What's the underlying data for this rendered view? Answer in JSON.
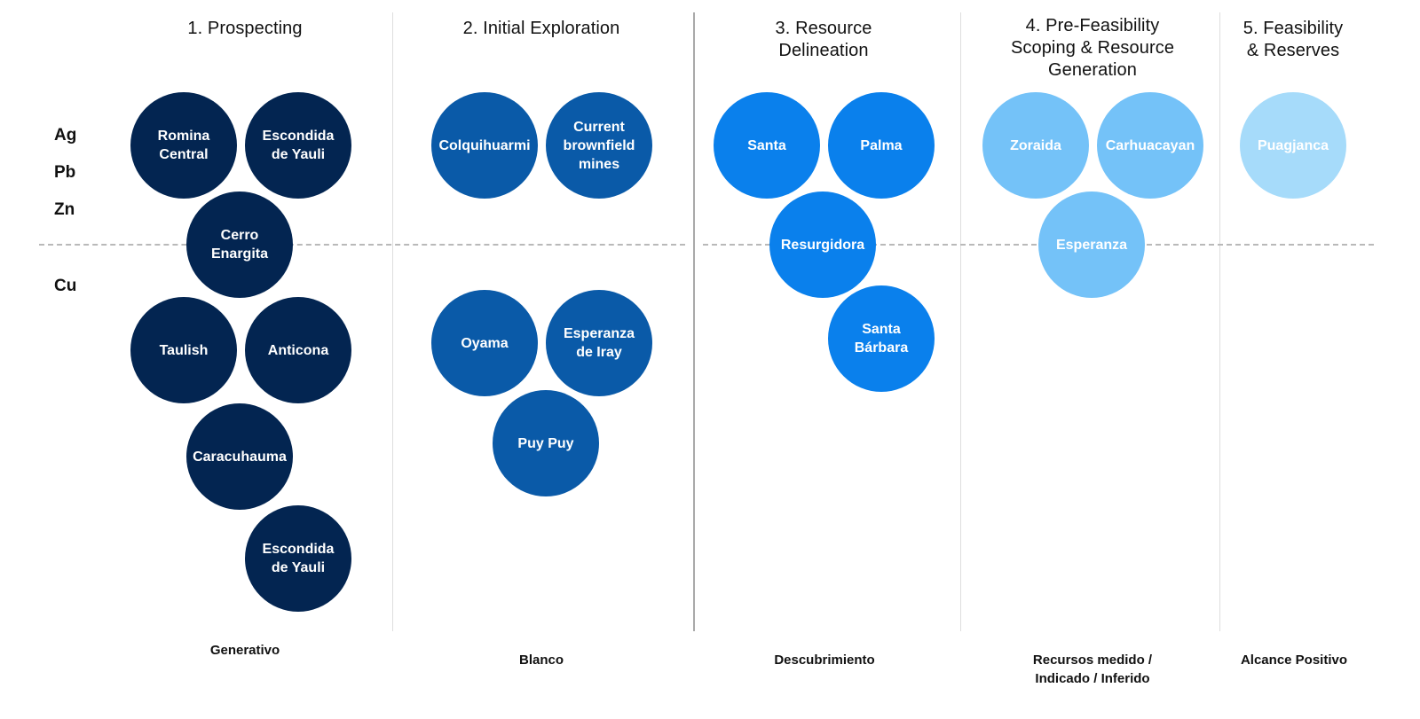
{
  "stages": [
    {
      "title": "1. Prospecting",
      "footer": "Generativo",
      "color": "#032551"
    },
    {
      "title": "2. Initial Exploration",
      "footer": "Blanco",
      "color": "#0a5aa8"
    },
    {
      "title": "3. Resource\nDelineation",
      "footer": "Descubrimiento",
      "color": "#0a80ec"
    },
    {
      "title": "4. Pre-Feasibility\nScoping & Resource\nGeneration",
      "footer": "Recursos medido /\nIndicado / Inferido",
      "color": "#74c2f8"
    },
    {
      "title": "5. Feasibility\n& Reserves",
      "footer": "Alcance  Positivo",
      "color": "#a6dbfa"
    }
  ],
  "metals": {
    "upper": [
      "Ag",
      "Pb",
      "Zn"
    ],
    "lower": [
      "Cu"
    ]
  },
  "projects": [
    {
      "name": "Romina\nCentral",
      "stage": 1,
      "group": "Ag-Pb-Zn"
    },
    {
      "name": "Escondida\nde Yauli",
      "stage": 1,
      "group": "Ag-Pb-Zn"
    },
    {
      "name": "Cerro\nEnargita",
      "stage": 1,
      "group": "boundary"
    },
    {
      "name": "Taulish",
      "stage": 1,
      "group": "Cu"
    },
    {
      "name": "Anticona",
      "stage": 1,
      "group": "Cu"
    },
    {
      "name": "Caracuhauma",
      "stage": 1,
      "group": "Cu"
    },
    {
      "name": "Escondida\nde Yauli",
      "stage": 1,
      "group": "Cu"
    },
    {
      "name": "Colquihuarmi",
      "stage": 2,
      "group": "Ag-Pb-Zn"
    },
    {
      "name": "Current\nbrownfield\nmines",
      "stage": 2,
      "group": "Ag-Pb-Zn"
    },
    {
      "name": "Oyama",
      "stage": 2,
      "group": "Cu"
    },
    {
      "name": "Esperanza\nde Iray",
      "stage": 2,
      "group": "Cu"
    },
    {
      "name": "Puy Puy",
      "stage": 2,
      "group": "Cu"
    },
    {
      "name": "Santa",
      "stage": 3,
      "group": "Ag-Pb-Zn"
    },
    {
      "name": "Palma",
      "stage": 3,
      "group": "Ag-Pb-Zn"
    },
    {
      "name": "Resurgidora",
      "stage": 3,
      "group": "boundary"
    },
    {
      "name": "Santa\nBárbara",
      "stage": 3,
      "group": "Cu"
    },
    {
      "name": "Zoraida",
      "stage": 4,
      "group": "Ag-Pb-Zn"
    },
    {
      "name": "Carhuacayan",
      "stage": 4,
      "group": "Ag-Pb-Zn"
    },
    {
      "name": "Esperanza",
      "stage": 4,
      "group": "boundary"
    },
    {
      "name": "Puagjanca",
      "stage": 5,
      "group": "Ag-Pb-Zn"
    }
  ]
}
